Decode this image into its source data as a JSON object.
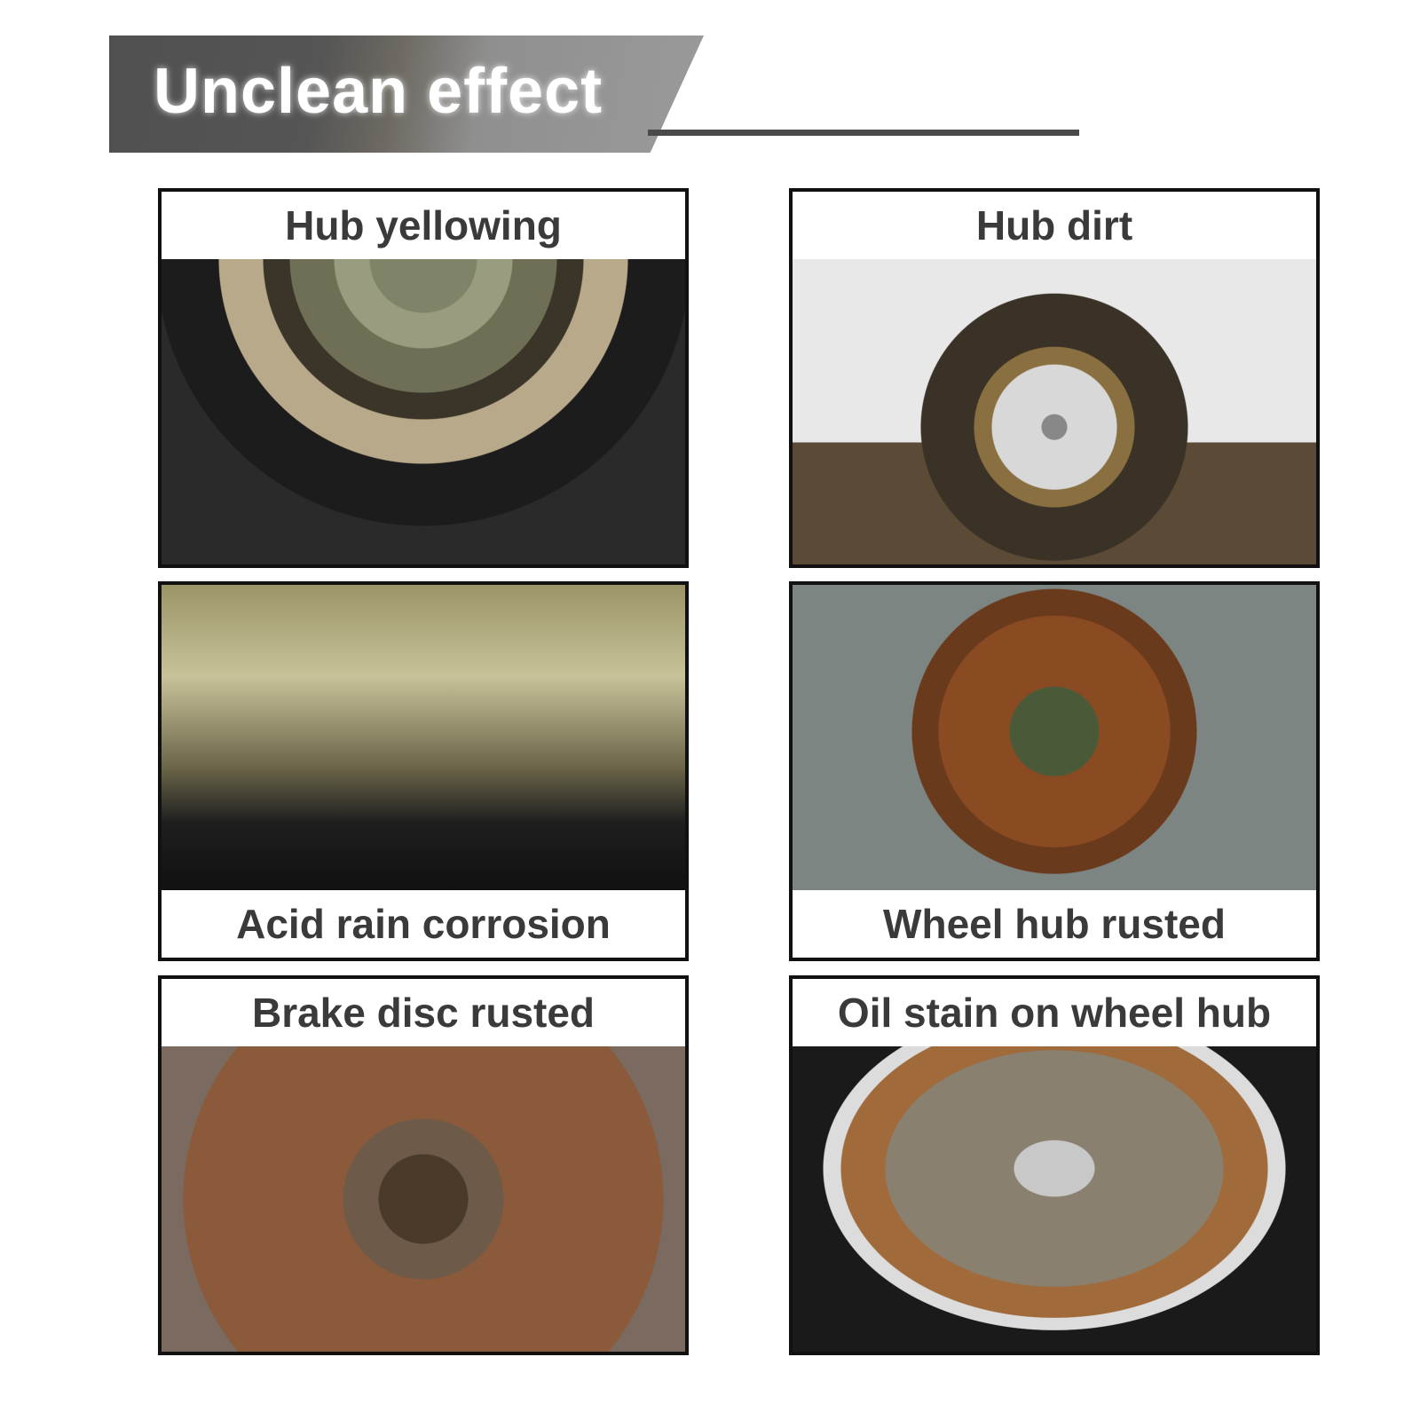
{
  "header": {
    "title": "Unclean effect"
  },
  "panels": [
    {
      "label": "Hub yellowing"
    },
    {
      "label": "Hub dirt"
    },
    {
      "label": "Acid rain corrosion"
    },
    {
      "label": "Wheel hub rusted"
    },
    {
      "label": "Brake disc rusted"
    },
    {
      "label": "Oil stain on wheel hub"
    }
  ]
}
